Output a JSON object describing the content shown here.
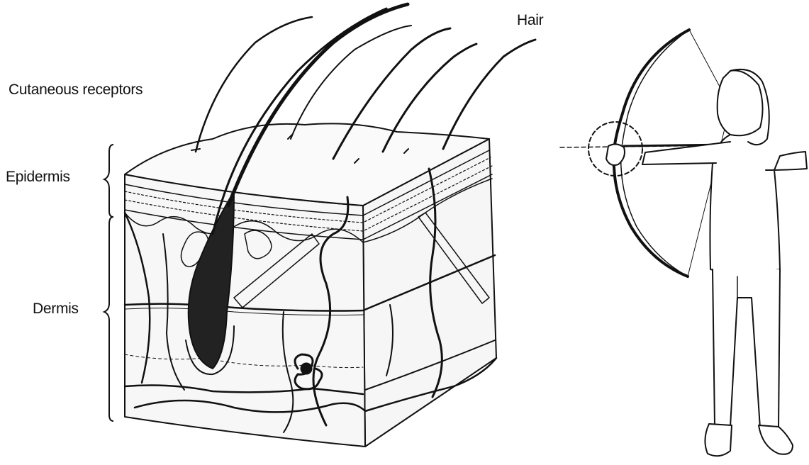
{
  "labels": {
    "hair": "Hair",
    "cutaneous_receptors": "Cutaneous receptors",
    "epidermis": "Epidermis",
    "dermis": "Dermis"
  },
  "colors": {
    "ink": "#111111",
    "background": "#ffffff",
    "fill": "#f2f2f2"
  },
  "icons": [
    "skin-cross-section-illustration",
    "archer-illustration",
    "hand-highlight-circle"
  ]
}
